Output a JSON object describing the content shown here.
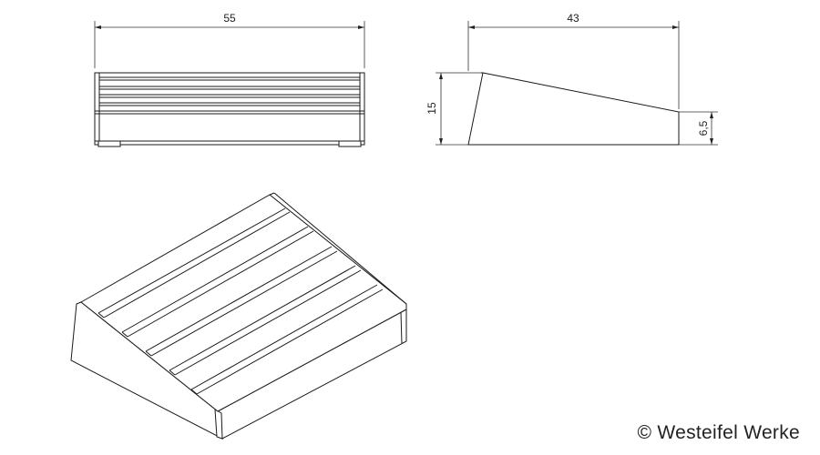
{
  "drawing": {
    "dimensions": {
      "front_width": "55",
      "side_length": "43",
      "side_height_high": "15",
      "side_height_low": "6,5"
    },
    "views": [
      "front-view",
      "side-view",
      "isometric-view"
    ]
  },
  "credit": "© Westeifel Werke"
}
